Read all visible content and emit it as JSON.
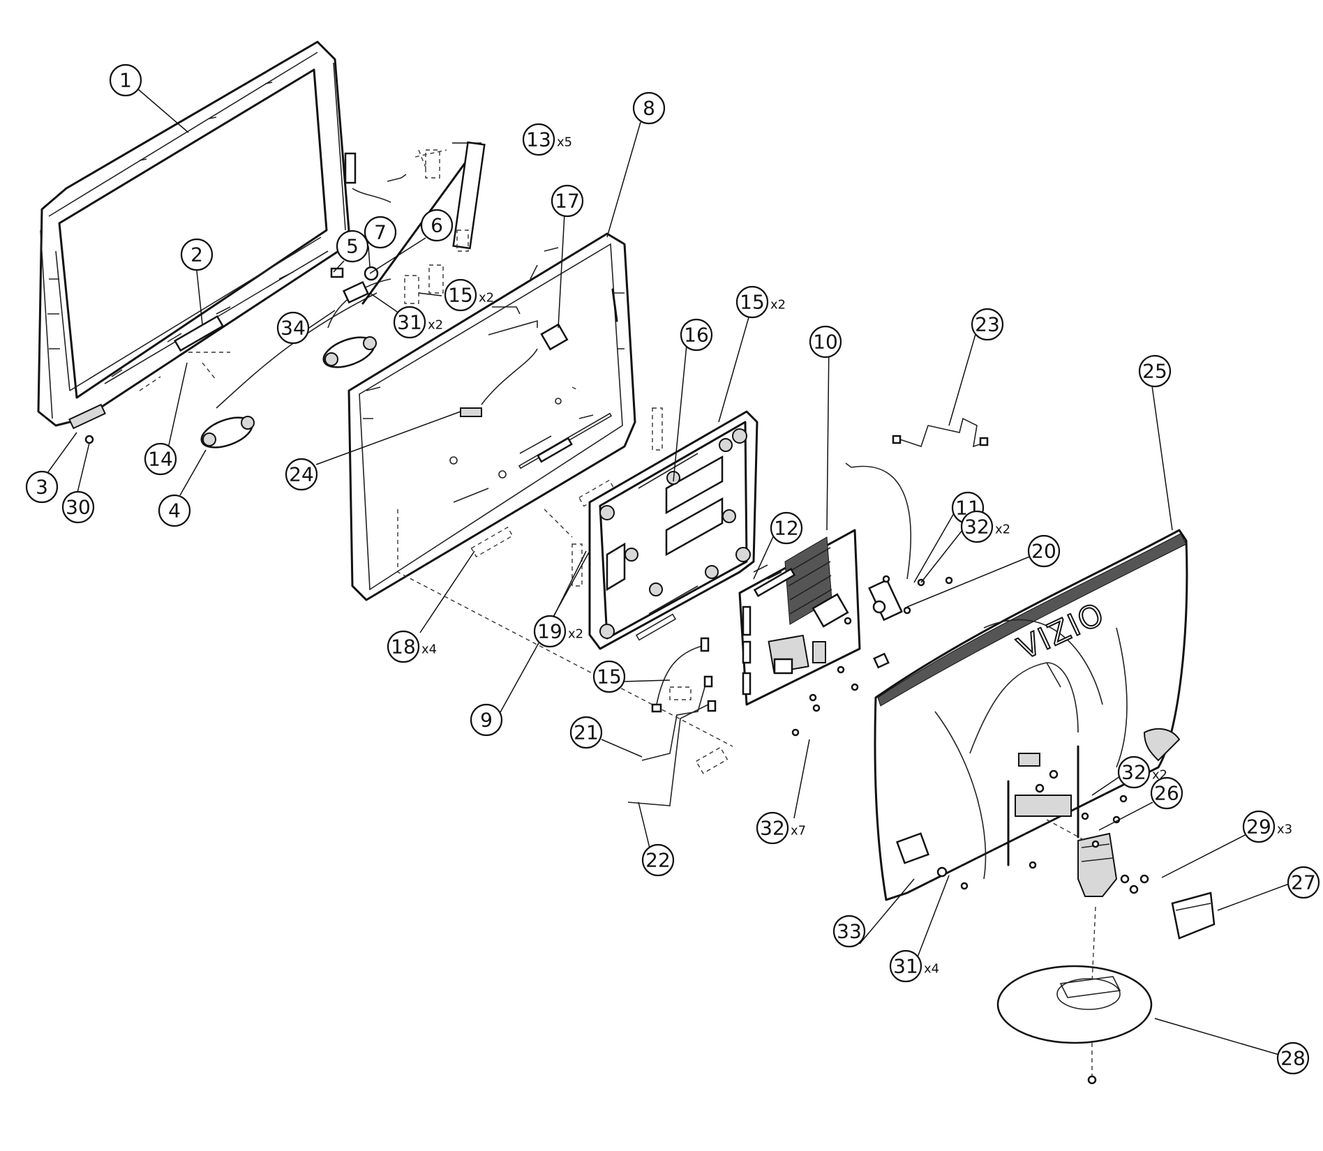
{
  "brand_text": "VIZIO",
  "callouts": [
    {
      "number": "1",
      "qty": ""
    },
    {
      "number": "2",
      "qty": ""
    },
    {
      "number": "3",
      "qty": ""
    },
    {
      "number": "4",
      "qty": ""
    },
    {
      "number": "5",
      "qty": ""
    },
    {
      "number": "6",
      "qty": ""
    },
    {
      "number": "7",
      "qty": ""
    },
    {
      "number": "8",
      "qty": ""
    },
    {
      "number": "9",
      "qty": ""
    },
    {
      "number": "10",
      "qty": ""
    },
    {
      "number": "11",
      "qty": ""
    },
    {
      "number": "12",
      "qty": ""
    },
    {
      "number": "13",
      "qty": "x5"
    },
    {
      "number": "14",
      "qty": ""
    },
    {
      "number": "15",
      "qty": "x2"
    },
    {
      "number": "15",
      "qty": "x2"
    },
    {
      "number": "15",
      "qty": ""
    },
    {
      "number": "16",
      "qty": ""
    },
    {
      "number": "17",
      "qty": ""
    },
    {
      "number": "18",
      "qty": "x4"
    },
    {
      "number": "19",
      "qty": "x2"
    },
    {
      "number": "20",
      "qty": ""
    },
    {
      "number": "21",
      "qty": ""
    },
    {
      "number": "22",
      "qty": ""
    },
    {
      "number": "23",
      "qty": ""
    },
    {
      "number": "24",
      "qty": ""
    },
    {
      "number": "25",
      "qty": ""
    },
    {
      "number": "26",
      "qty": ""
    },
    {
      "number": "27",
      "qty": ""
    },
    {
      "number": "28",
      "qty": ""
    },
    {
      "number": "29",
      "qty": "x3"
    },
    {
      "number": "30",
      "qty": ""
    },
    {
      "number": "31",
      "qty": "x2"
    },
    {
      "number": "31",
      "qty": "x4"
    },
    {
      "number": "32",
      "qty": "x2"
    },
    {
      "number": "32",
      "qty": "x2"
    },
    {
      "number": "32",
      "qty": "x7"
    },
    {
      "number": "33",
      "qty": ""
    },
    {
      "number": "34",
      "qty": ""
    }
  ]
}
